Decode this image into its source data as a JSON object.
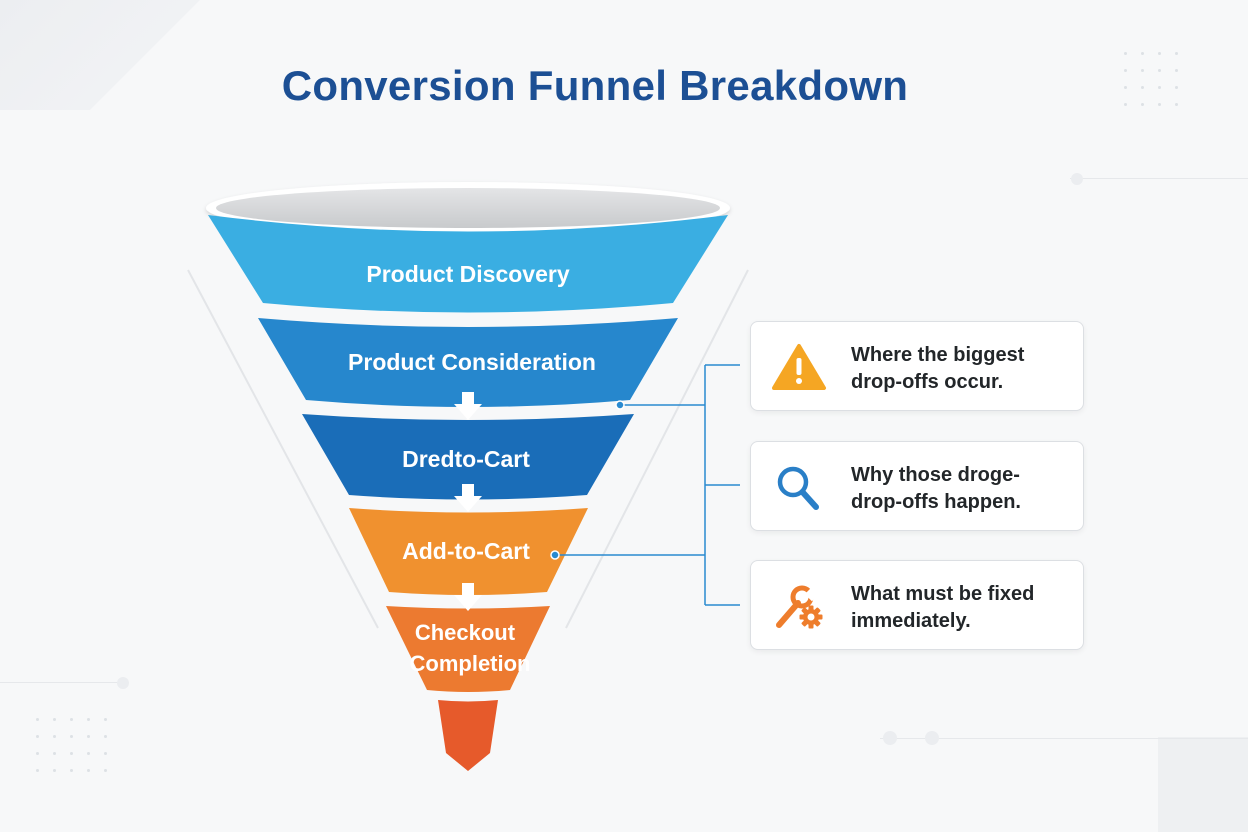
{
  "title": "Conversion Funnel Breakdown",
  "funnel": {
    "stages": [
      {
        "label": "Product Discovery",
        "color": "#3aaee2"
      },
      {
        "label": "Product Consideration",
        "color": "#2687cd"
      },
      {
        "label": "Dredto-Cart",
        "color": "#1a6db8"
      },
      {
        "label": "Add-to-Cart",
        "color": "#f0912f"
      },
      {
        "label": "Checkout Completion",
        "color": "#e9692f"
      }
    ]
  },
  "callouts": [
    {
      "text": "Where the biggest\ndrop-offs occur.",
      "icon": "warning-icon",
      "color": "#f5a623"
    },
    {
      "text": "Why those droge-\ndrop-offs happen.",
      "icon": "magnifier-icon",
      "color": "#2a7fc7"
    },
    {
      "text": "What must be fixed\nimmediately.",
      "icon": "wrench-gear-icon",
      "color": "#ee7d2c"
    }
  ]
}
